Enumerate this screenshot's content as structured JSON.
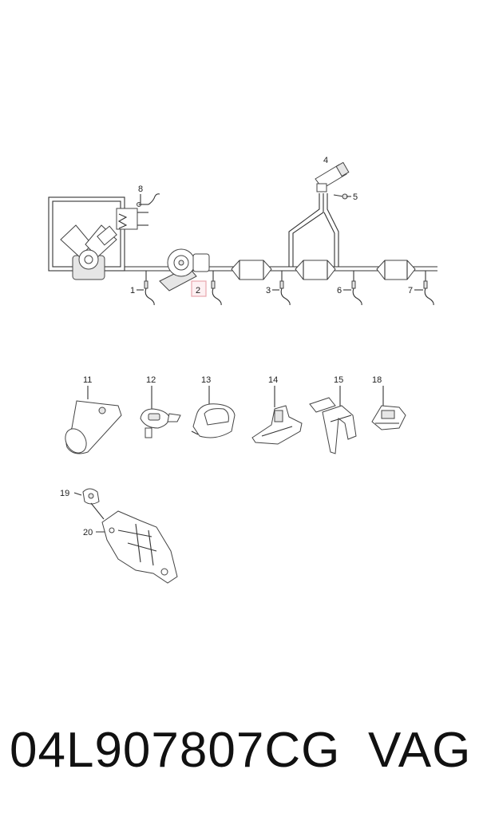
{
  "labels": {
    "l1": "1",
    "l2": "2",
    "l3": "3",
    "l4": "4",
    "l5": "5",
    "l6": "6",
    "l7": "7",
    "l8": "8",
    "l11": "11",
    "l12": "12",
    "l13": "13",
    "l14": "14",
    "l15": "15",
    "l18": "18",
    "l19": "19",
    "l20": "20"
  },
  "highlight_color": "#e8a6ae",
  "footer": {
    "part_number": "04L907807CG",
    "brand": "VAG"
  }
}
